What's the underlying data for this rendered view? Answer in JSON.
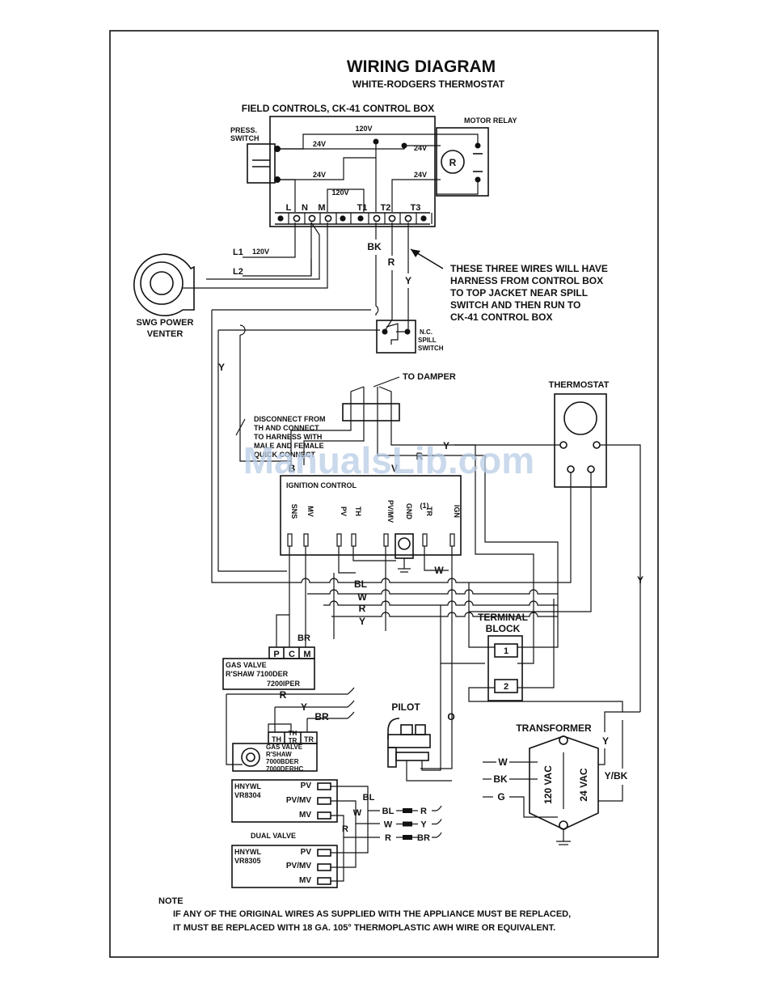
{
  "title": "WIRING DIAGRAM",
  "subtitle": "WHITE-RODGERS THERMOSTAT",
  "control_box": {
    "label": "FIELD CONTROLS, CK-41 CONTROL BOX",
    "press_switch": "PRESS.\nSWITCH",
    "motor_relay": "MOTOR RELAY",
    "relay_coil": "R",
    "voltages": [
      "120V",
      "24V",
      "24V",
      "24V",
      "24V",
      "120V"
    ],
    "terminals": [
      "L",
      "N",
      "M",
      "T1",
      "T2",
      "T3"
    ]
  },
  "line_labels": {
    "l1": "L1",
    "l1_v": "120V",
    "l2": "L2"
  },
  "venter": "SWG POWER\nVENTER",
  "wire_labels": {
    "bk": "BK",
    "r": "R",
    "y": "Y",
    "y_left": "Y"
  },
  "harness_note": "THESE THREE WIRES WILL HAVE\nHARNESS FROM CONTROL BOX\nTO TOP JACKET NEAR SPILL\nSWITCH AND THEN RUN TO\nCK-41 CONTROL BOX",
  "spill_switch": "N.C.\nSPILL\nSWITCH",
  "to_damper": "TO DAMPER",
  "thermostat": "THERMOSTAT",
  "disconnect_note": "DISCONNECT FROM\nTH AND CONNECT\nTO HARNESS WITH\nMALE AND FEMALE\nQUICK CONNECT",
  "damper_wires": {
    "b": "B",
    "v": "V",
    "r": "R",
    "y": "Y"
  },
  "ignition_control": {
    "label": "IGNITION CONTROL",
    "terminals": [
      "SNS",
      "MV",
      "PV",
      "TH",
      "PV/MV",
      "GND",
      "TR",
      "IGN"
    ],
    "tr_note": "(1)"
  },
  "bus_labels": {
    "bl": "BL",
    "w": "W",
    "r": "R",
    "y": "Y",
    "w2": "W",
    "br": "BR"
  },
  "gas_valve_1": {
    "terminals": [
      "P",
      "C",
      "M"
    ],
    "label": "GAS VALVE\nR'SHAW 7100DER\n7200IPER"
  },
  "gas_valve_2": {
    "leads": [
      "R",
      "Y",
      "BR"
    ],
    "terminals": [
      "TH",
      "TH\nTR",
      "TR"
    ],
    "label": "GAS VALVE\nR'SHAW\n7000BDER\n7000DERHC"
  },
  "terminal_block": {
    "label": "TERMINAL\nBLOCK",
    "terminals": [
      "1",
      "2"
    ]
  },
  "pilot": "PILOT",
  "pilot_o": "O",
  "transformer": {
    "label": "TRANSFORMER",
    "primary": "120 VAC",
    "secondary": "24 VAC",
    "left_leads": [
      "W",
      "BK",
      "G"
    ],
    "right_leads": [
      "Y",
      "Y/BK"
    ]
  },
  "hnywl_1": {
    "label": "HNYWL\nVR8304",
    "terminals": [
      "PV",
      "PV/MV",
      "MV"
    ]
  },
  "hnywl_2": {
    "label": "HNYWL\nVR8305",
    "terminals": [
      "PV",
      "PV/MV",
      "MV"
    ]
  },
  "dual_valve": "DUAL VALVE",
  "hnywl_wires": {
    "bl": "BL",
    "w": "W",
    "r": "R"
  },
  "hnywl_conn": [
    [
      "BL",
      "R"
    ],
    [
      "W",
      "Y"
    ],
    [
      "R",
      "BR"
    ]
  ],
  "note_heading": "NOTE",
  "note_text": "IF ANY OF THE ORIGINAL WIRES AS SUPPLIED WITH THE APPLIANCE MUST BE REPLACED,\nIT MUST BE REPLACED WITH 18 GA. 105° THERMOPLASTIC AWH WIRE OR EQUIVALENT.",
  "watermark": "ManualsLib.com"
}
